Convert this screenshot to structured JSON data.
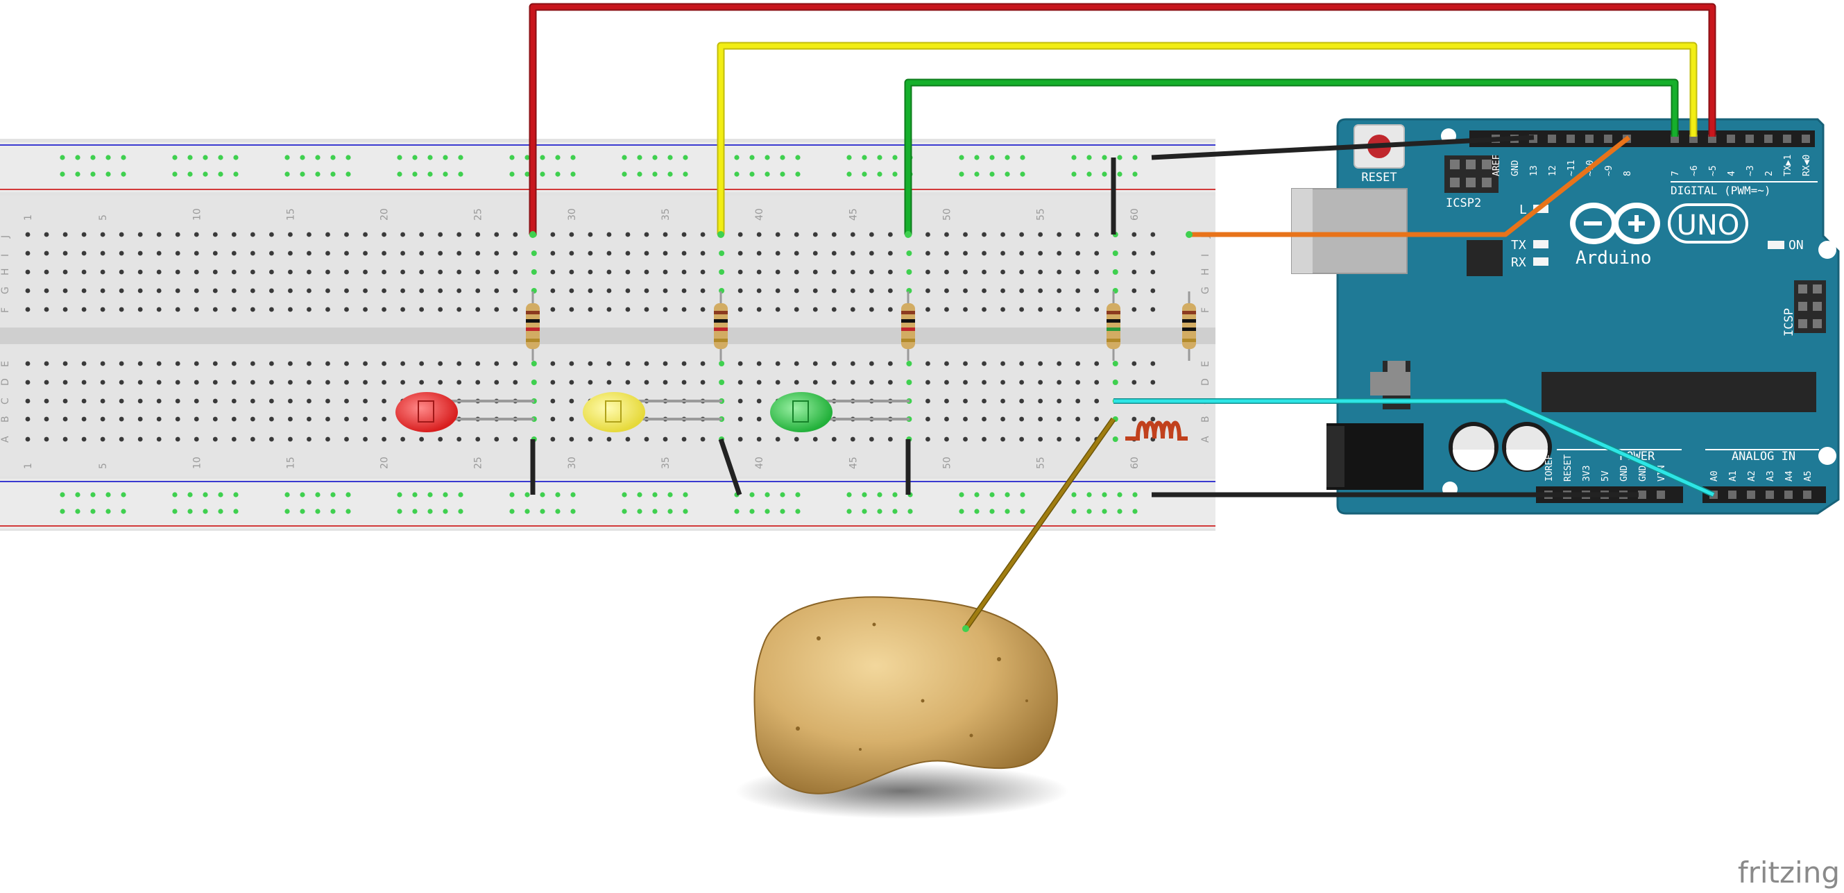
{
  "breadboard": {
    "column_numbers": [
      "1",
      "5",
      "10",
      "15",
      "20",
      "25",
      "30",
      "35",
      "40",
      "45",
      "50",
      "55",
      "60"
    ],
    "row_letters_upper": [
      "J",
      "I",
      "H",
      "G",
      "F"
    ],
    "row_letters_lower": [
      "E",
      "D",
      "C",
      "B",
      "A"
    ]
  },
  "arduino": {
    "reset_label": "RESET",
    "icsp2_label": "ICSP2",
    "icsp_label": "ICSP",
    "brand": "Arduino",
    "model": "UNO",
    "digital_label": "DIGITAL (PWM=~)",
    "tx_label": "TX",
    "rx_label": "RX",
    "on_label": "ON",
    "l_label": "L",
    "power_label": "POWER",
    "analog_label": "ANALOG IN",
    "digital_pins": [
      "AREF",
      "GND",
      "13",
      "12",
      "~11",
      "~10",
      "~9",
      "8",
      "7",
      "~6",
      "~5",
      "4",
      "~3",
      "2",
      "TX▶1",
      "RX◀0"
    ],
    "power_pins": [
      "IOREF",
      "RESET",
      "3V3",
      "5V",
      "GND",
      "GND",
      "VIN"
    ],
    "analog_pins": [
      "A0",
      "A1",
      "A2",
      "A3",
      "A4",
      "A5"
    ]
  },
  "colors": {
    "wire_red": "#c8161d",
    "wire_yellow": "#f2ee14",
    "wire_green": "#16b02c",
    "wire_black": "#222222",
    "wire_orange": "#e8731a",
    "wire_cyan": "#2de6e6",
    "wire_probe": "#a07d10",
    "board_teal": "#1f7a96"
  },
  "watermark": "fritzing"
}
